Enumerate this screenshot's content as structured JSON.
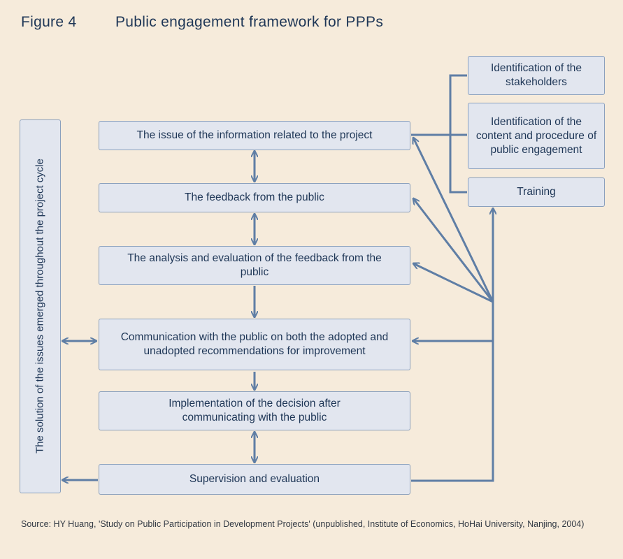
{
  "figure": {
    "number": "Figure 4",
    "title": "Public engagement framework for PPPs"
  },
  "side_label": "The solution of the issues emerged throughout the project cycle",
  "main_steps": [
    "The issue of the information related to the project",
    "The feedback from the public",
    "The analysis and evaluation of the feedback from the public",
    "Communication with the public on both the adopted and unadopted recommendations for improvement",
    "Implementation of the decision after communicating with the public",
    "Supervision and evaluation"
  ],
  "right_boxes": [
    "Identification of the stakeholders",
    "Identification of the content and procedure of public engagement",
    "Training"
  ],
  "source": "Source: HY Huang, 'Study on Public Participation in Development Projects' (unpublished, Institute of Economics, HoHai University, Nanjing, 2004)",
  "colors": {
    "background": "#f6ebdb",
    "box_fill": "#e2e6ef",
    "box_border": "#8aa0bd",
    "connector": "#5f7ea5",
    "text": "#1e3656"
  }
}
